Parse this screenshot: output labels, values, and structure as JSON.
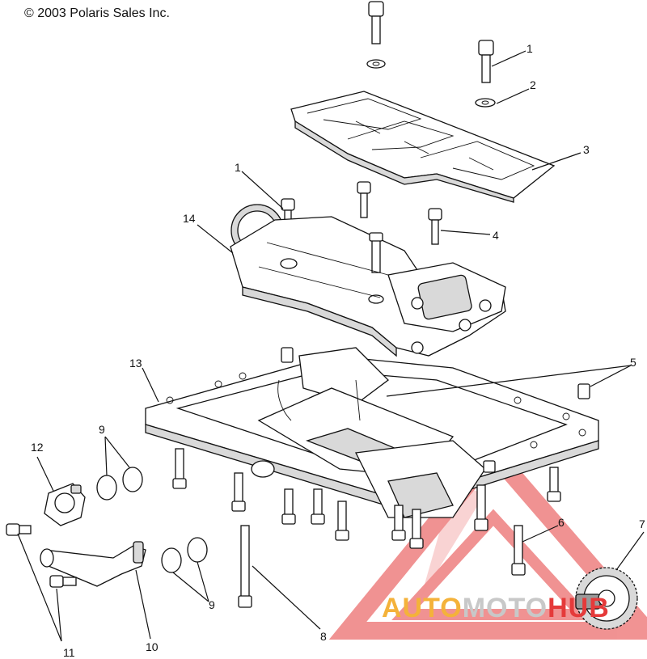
{
  "copyright": "© 2003 Polaris Sales Inc.",
  "callouts": [
    "1",
    "2",
    "3",
    "1",
    "14",
    "4",
    "13",
    "5",
    "9",
    "12",
    "9",
    "7",
    "6",
    "11",
    "10",
    "8"
  ],
  "watermark": {
    "part1": "AUTO",
    "part2": "MOTO",
    "part3": "HUB",
    "logo_color": "#e53a3a",
    "accent_color": "#f4b23a"
  }
}
